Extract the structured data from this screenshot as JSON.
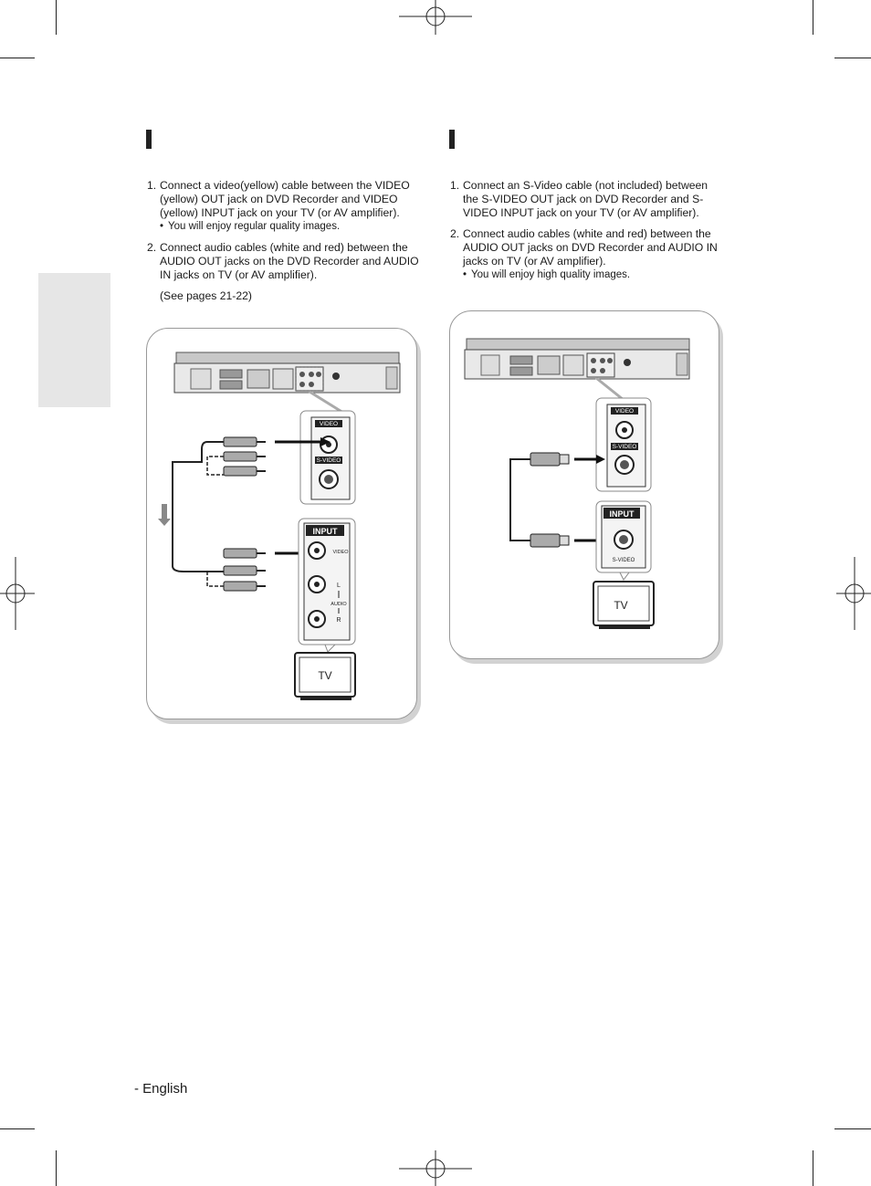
{
  "left_section": {
    "steps": [
      {
        "number": "1.",
        "text": "Connect a video(yellow) cable between the VIDEO (yellow) OUT jack on DVD Recorder and VIDEO (yellow) INPUT jack on your TV (or AV amplifier).",
        "bullet": "You will enjoy regular quality images."
      },
      {
        "number": "2.",
        "text": "Connect audio cables (white and red) between the AUDIO OUT jacks on the DVD Recorder and AUDIO IN jacks on TV (or AV amplifier).",
        "bullet": ""
      }
    ],
    "note": "(See pages 21-22)"
  },
  "right_section": {
    "steps": [
      {
        "number": "1.",
        "text": "Connect an S-Video cable (not included) between the S-VIDEO OUT jack on DVD Recorder and S-VIDEO INPUT jack on your TV (or AV amplifier).",
        "bullet": ""
      },
      {
        "number": "2.",
        "text": "Connect audio cables (white and red) between the AUDIO OUT jacks on DVD Recorder and AUDIO IN jacks on TV (or AV amplifier).",
        "bullet": "You will enjoy high quality images."
      }
    ]
  },
  "diagram_left": {
    "video_label": "VIDEO",
    "svideo_label": "S-VIDEO",
    "input_label": "INPUT",
    "input_video_label": "VIDEO",
    "l_label": "L",
    "audio_label": "AUDIO",
    "r_label": "R",
    "tv_label": "TV"
  },
  "diagram_right": {
    "video_label": "VIDEO",
    "svideo_label": "S-VIDEO",
    "input_label": "INPUT",
    "input_svideo_label": "S-VIDEO",
    "tv_label": "TV"
  },
  "footer": {
    "language": "- English"
  }
}
